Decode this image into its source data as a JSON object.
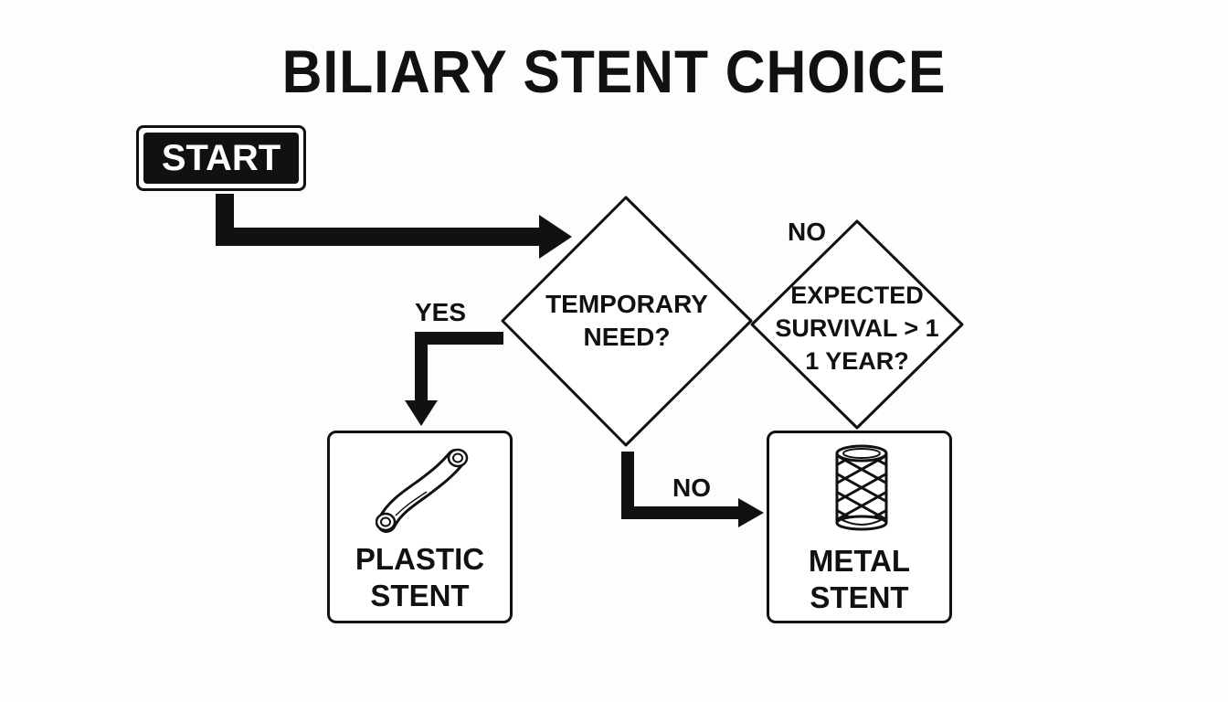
{
  "title": "BILIARY STENT CHOICE",
  "start_label": "START",
  "decisions": {
    "temporary": "TEMPORARY\nNEED?",
    "survival": "EXPECTED\nSURVIVAL > 1\n1 YEAR?"
  },
  "edges": {
    "yes": "YES",
    "no_top": "NO",
    "no_bottom": "NO"
  },
  "outcomes": {
    "plastic": "PLASTIC\nSTENT",
    "metal": "METAL\nSTENT"
  },
  "icons": {
    "plastic": "plastic-stent-tube-icon",
    "metal": "metal-mesh-stent-icon"
  }
}
